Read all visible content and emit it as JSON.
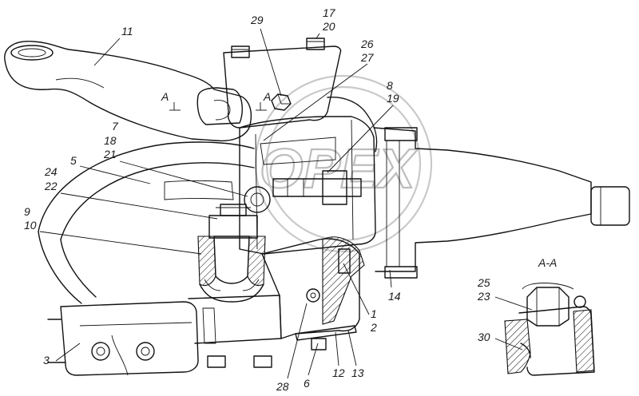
{
  "watermark": {
    "text": "OPEX"
  },
  "section": {
    "title": "A-A",
    "marker": "A"
  },
  "callouts": {
    "c11": "11",
    "c29": "29",
    "c17": "17",
    "c20": "20",
    "c26": "26",
    "c27": "27",
    "c8": "8",
    "c19": "19",
    "c7": "7",
    "c18": "18",
    "c21": "21",
    "c5": "5",
    "c24": "24",
    "c22": "22",
    "c9": "9",
    "c10": "10",
    "c14": "14",
    "c1": "1",
    "c2": "2",
    "c3": "3",
    "c28": "28",
    "c6": "6",
    "c12": "12",
    "c13": "13",
    "c25": "25",
    "c23": "23",
    "c30": "30"
  }
}
